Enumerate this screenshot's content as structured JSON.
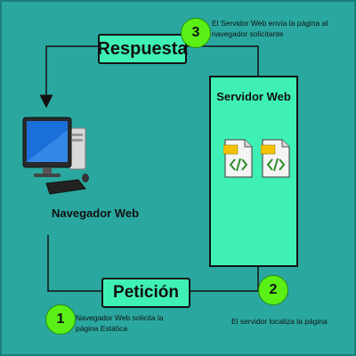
{
  "respuesta_label": "Respuesta",
  "peticion_label": "Petición",
  "server_label": "Servidor Web",
  "client_label": "Navegador Web",
  "step3": {
    "number": "3",
    "text": "El Servidor Web envía la página al navegador solicitante"
  },
  "step2": {
    "number": "2",
    "text": "El servidor localiza la página"
  },
  "step1": {
    "number": "1",
    "text": "Navegador Web solicita la página Estática"
  },
  "icons": {
    "file1": "html-file-icon",
    "file2": "css-file-icon",
    "client": "computer-icon"
  },
  "colors": {
    "background": "#2aa8a0",
    "box": "#3ff0b6",
    "badge": "#5af016"
  }
}
